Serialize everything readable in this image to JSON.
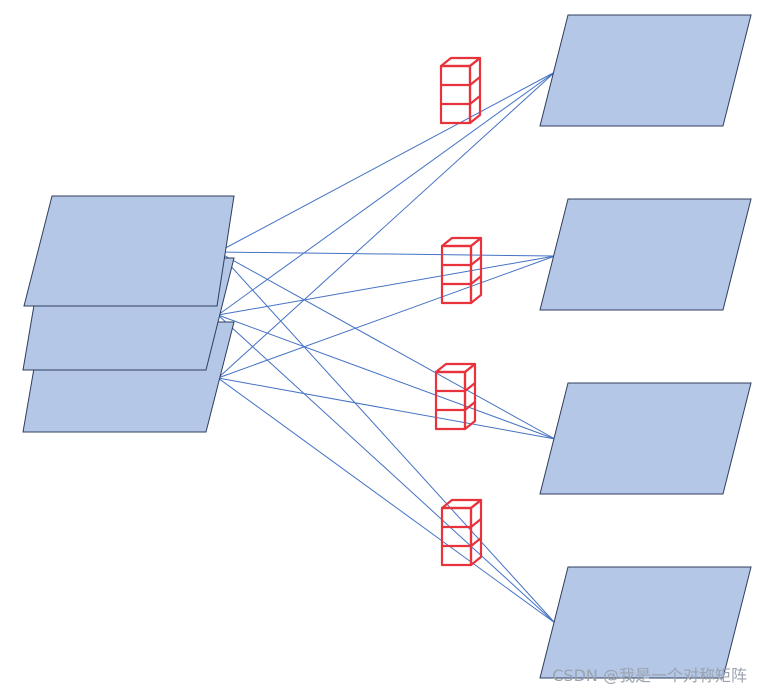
{
  "colors": {
    "sheet_fill": "#b4c7e7",
    "sheet_stroke": "#2f3e5c",
    "connection": "#4472c4",
    "kernel_stroke": "#e8323c"
  },
  "input_sheet_count": 3,
  "kernel_count": 4,
  "output_sheet_count": 4,
  "connections": [
    {
      "from_input": 0,
      "to_output": 0
    },
    {
      "from_input": 0,
      "to_output": 1
    },
    {
      "from_input": 0,
      "to_output": 2
    },
    {
      "from_input": 0,
      "to_output": 3
    },
    {
      "from_input": 1,
      "to_output": 0
    },
    {
      "from_input": 1,
      "to_output": 1
    },
    {
      "from_input": 1,
      "to_output": 2
    },
    {
      "from_input": 1,
      "to_output": 3
    },
    {
      "from_input": 2,
      "to_output": 0
    },
    {
      "from_input": 2,
      "to_output": 1
    },
    {
      "from_input": 2,
      "to_output": 2
    },
    {
      "from_input": 2,
      "to_output": 3
    }
  ],
  "watermark": "CSDN @我是一个对称矩阵"
}
